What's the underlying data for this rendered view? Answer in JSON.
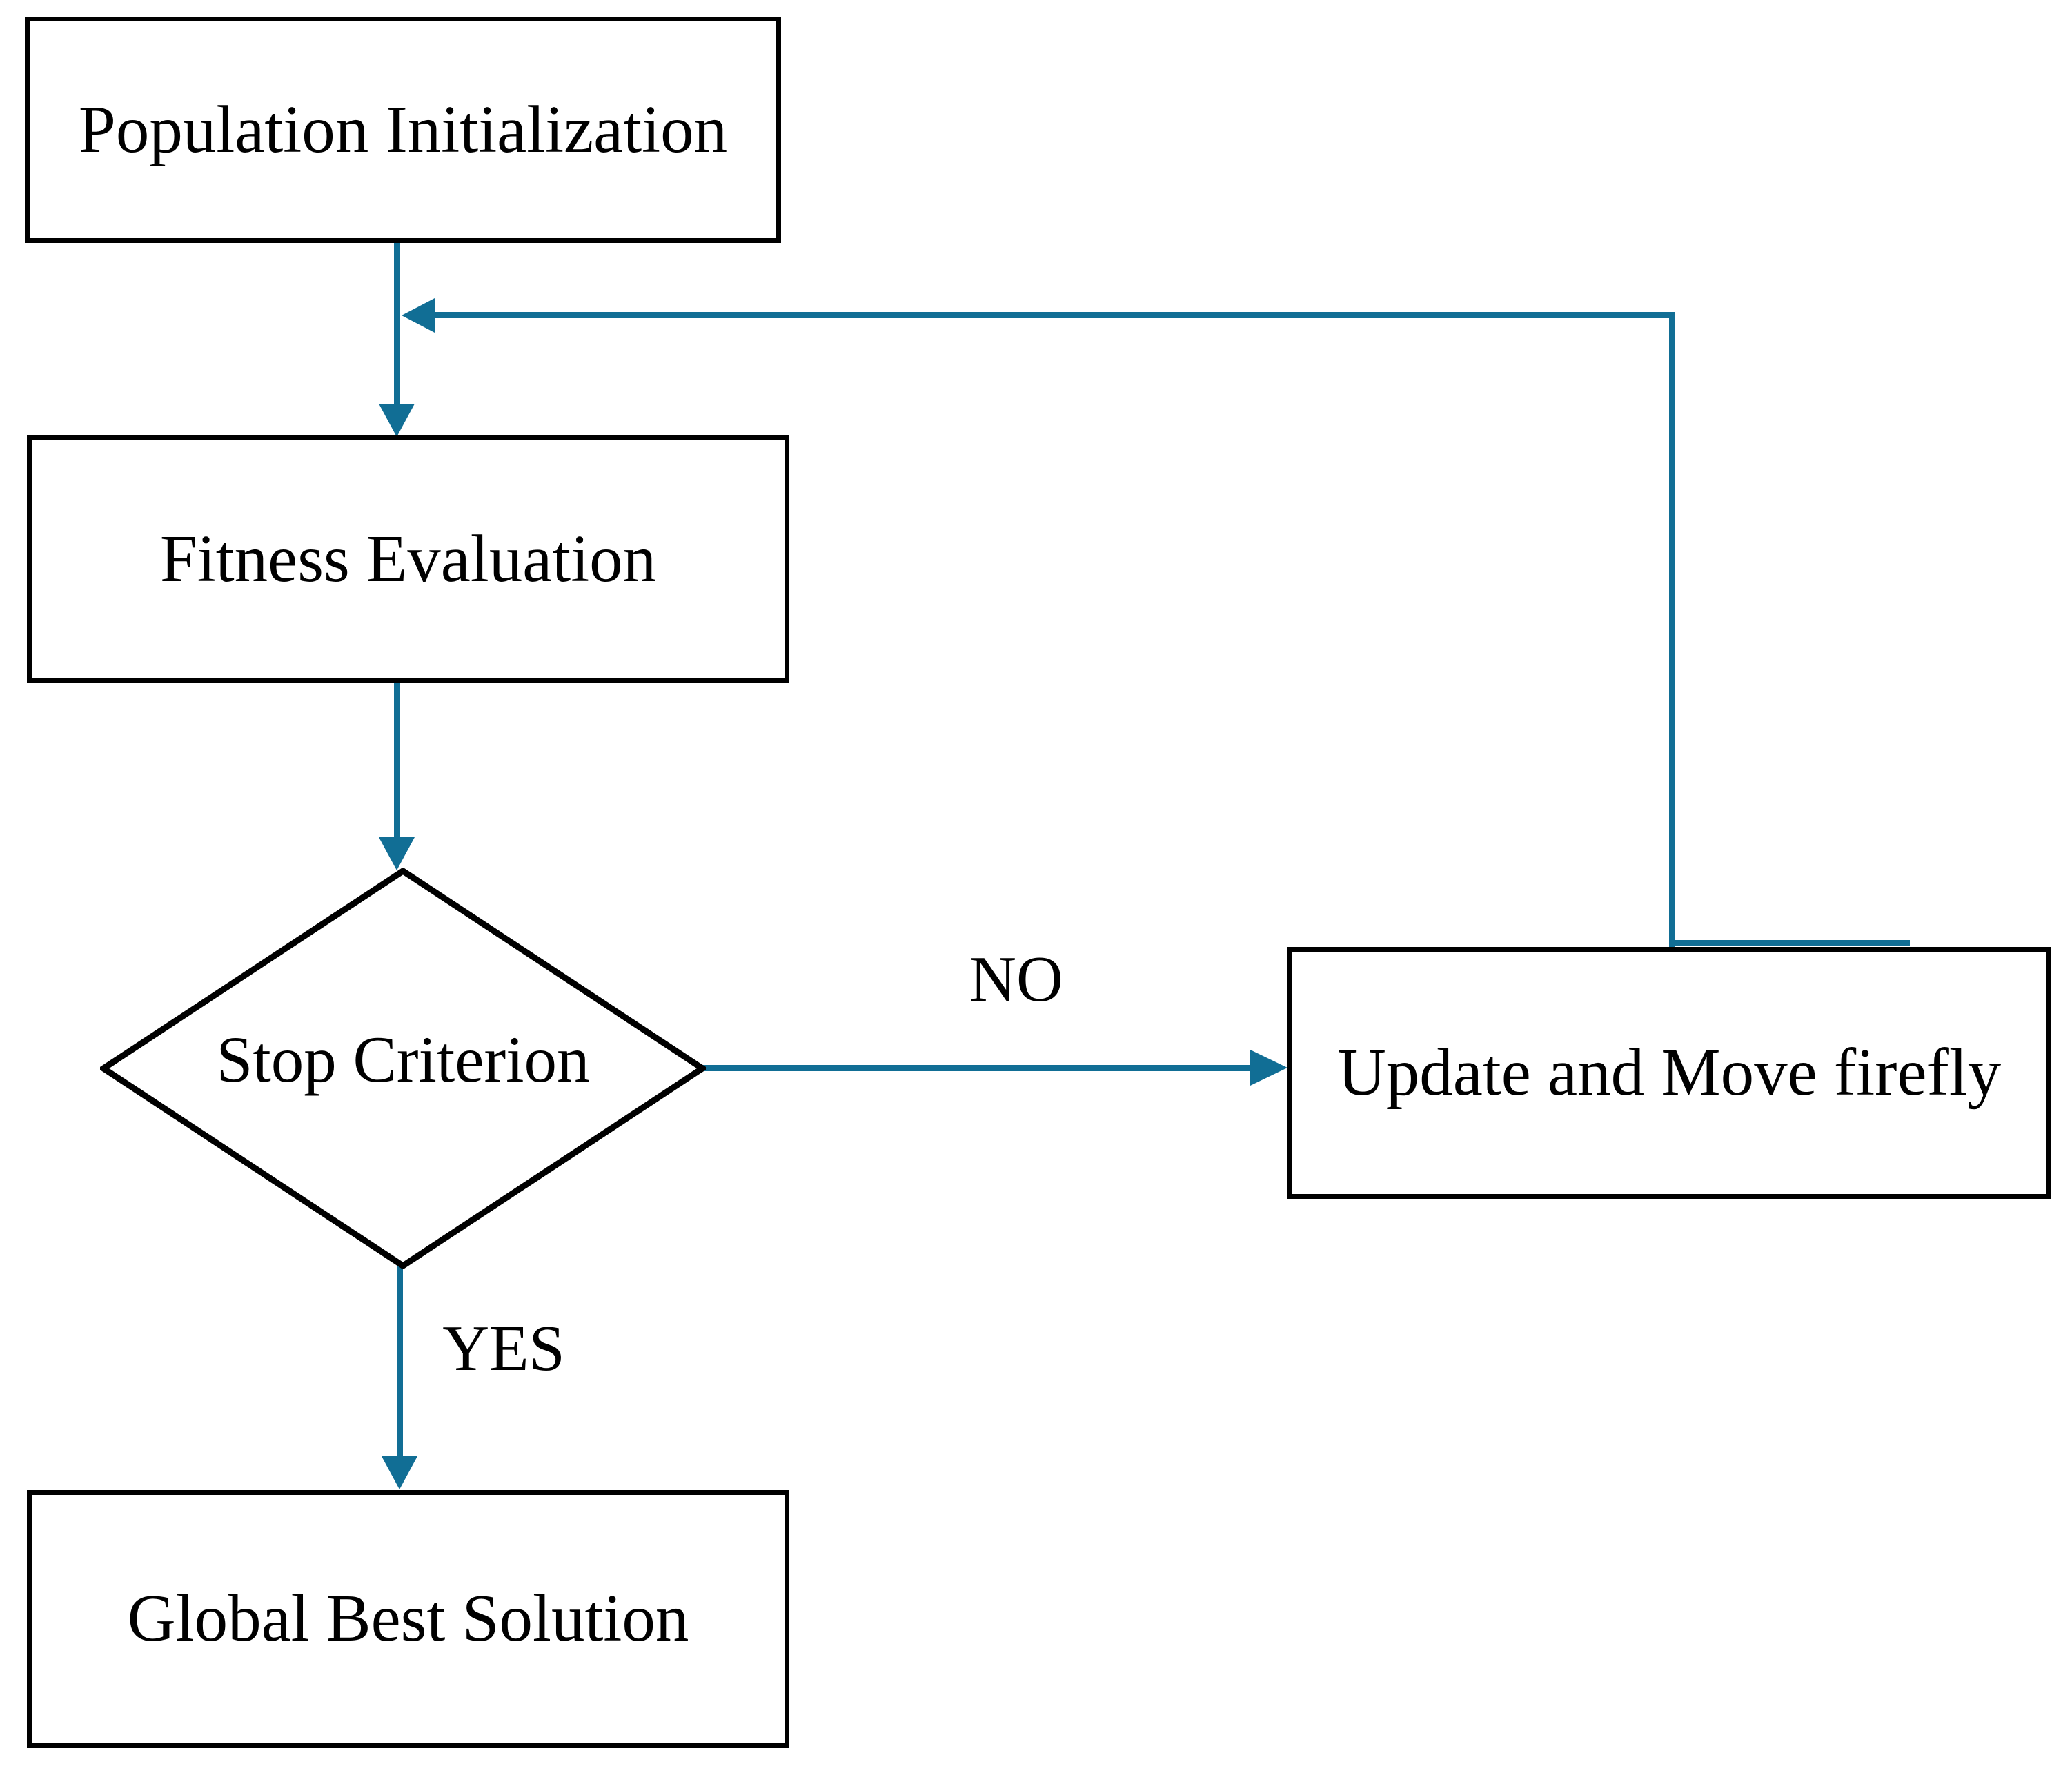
{
  "figure": {
    "type": "flowchart",
    "colors": {
      "accent": "#116E95",
      "stroke": "#000000",
      "text": "#000000",
      "background": "#FFFFFF"
    },
    "nodes": [
      {
        "id": "population-initialization",
        "shape": "process",
        "label": "Population Initialization"
      },
      {
        "id": "fitness-evaluation",
        "shape": "process",
        "label": "Fitness Evaluation"
      },
      {
        "id": "stop-criterion",
        "shape": "decision",
        "label": "Stop Criterion"
      },
      {
        "id": "update-and-move-firefly",
        "shape": "process",
        "label": "Update and Move firefly"
      },
      {
        "id": "global-best-solution",
        "shape": "process",
        "label": "Global Best Solution"
      }
    ],
    "edges": [
      {
        "from": "population-initialization",
        "to": "fitness-evaluation",
        "label": ""
      },
      {
        "from": "fitness-evaluation",
        "to": "stop-criterion",
        "label": ""
      },
      {
        "from": "stop-criterion",
        "to": "update-and-move-firefly",
        "label": "NO"
      },
      {
        "from": "stop-criterion",
        "to": "global-best-solution",
        "label": "YES"
      },
      {
        "from": "update-and-move-firefly",
        "to": "fitness-evaluation",
        "label": ""
      }
    ]
  }
}
